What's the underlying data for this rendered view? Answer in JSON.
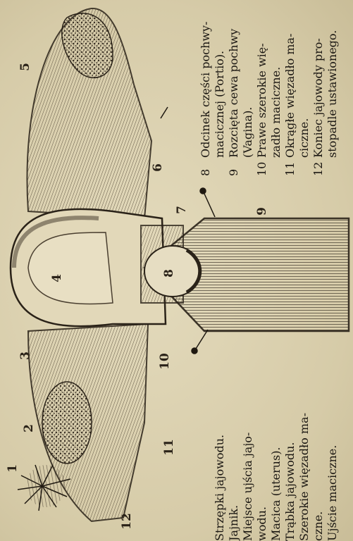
{
  "figure": {
    "numbers": [
      "1",
      "2",
      "3",
      "4",
      "5",
      "6",
      "7",
      "8",
      "9",
      "10",
      "11",
      "12"
    ]
  },
  "captions_left": [
    {
      "text": "Strzępki jajowodu."
    },
    {
      "text": "Jajnik."
    },
    {
      "text": "Miejsce ujścia jajo-"
    },
    {
      "text": "wodu."
    },
    {
      "text": "Macica (uterus)."
    },
    {
      "text": "Trąbka jajowodu."
    },
    {
      "text": "Szerokie więzadło ma-"
    },
    {
      "text": "czne."
    },
    {
      "text": "Ujście maciczne."
    }
  ],
  "captions_right": [
    {
      "num": "8",
      "text": "Odcinek części pochwy-",
      "cont": "macicznej (Portio)."
    },
    {
      "num": "9",
      "text": "Rozcięta cewa pochwy",
      "cont": "(Vagina)."
    },
    {
      "num": "10",
      "text": "Prawe szerokie wię-",
      "cont": "zadło maciczne."
    },
    {
      "num": "11",
      "text": "Okrągłe więzadło ma-",
      "cont": "ciczne."
    },
    {
      "num": "12",
      "text": "Koniec jajowody pro-",
      "cont": "stopadle ustawionego."
    }
  ]
}
